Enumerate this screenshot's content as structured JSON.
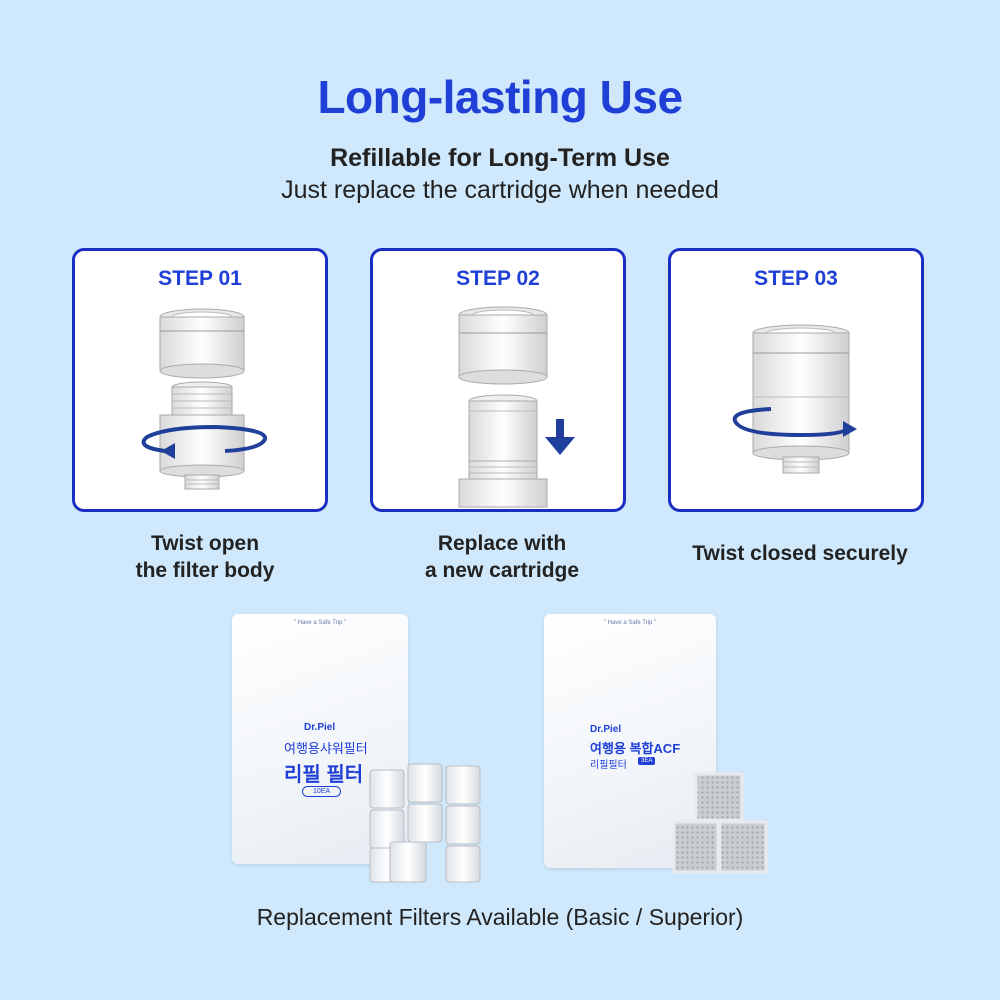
{
  "header": {
    "title": "Long-lasting Use",
    "subtitle": "Refillable for Long-Term Use",
    "description": "Just replace the cartridge when needed"
  },
  "steps": [
    {
      "label": "STEP 01",
      "caption_line1": "Twist open",
      "caption_line2": "the filter body"
    },
    {
      "label": "STEP 02",
      "caption_line1": "Replace with",
      "caption_line2": "a new cartridge"
    },
    {
      "label": "STEP 03",
      "caption_line1": "Twist closed securely",
      "caption_line2": ""
    }
  ],
  "products": {
    "basic": {
      "tagline": "\" Have a Safe Trip \"",
      "brand": "Dr.Piel",
      "name_line1": "여행용샤워필터",
      "name_line2": "리필 필터",
      "count": "10EA"
    },
    "superior": {
      "tagline": "\" Have a Safe Trip \"",
      "brand": "Dr.Piel",
      "name_line1": "여행용 복합ACF",
      "name_line2": "리필필터",
      "count": "3EA"
    }
  },
  "footer": {
    "text": "Replacement Filters Available (Basic / Superior)"
  },
  "colors": {
    "background": "#cfe8fb",
    "accent": "#1f3fd6",
    "card_border": "#1a2fc2",
    "arrow": "#1f3f9a"
  },
  "icons": [
    "rotate-open-arrow-icon",
    "down-arrow-icon",
    "rotate-close-arrow-icon"
  ]
}
